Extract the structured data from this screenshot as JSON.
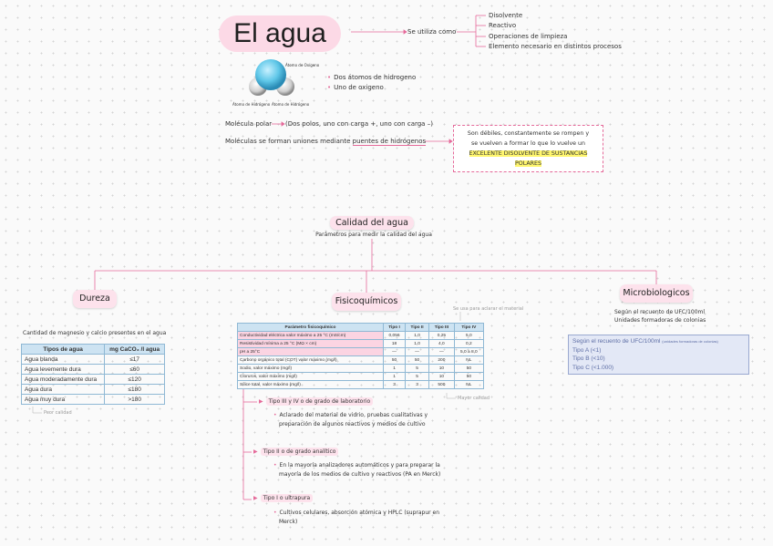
{
  "title": "El agua",
  "uses": {
    "label": "Se utiliza como",
    "items": [
      "Disolvente",
      "Reactivo",
      "Operaciones de limpieza",
      "Elemento necesario en distintos procesos"
    ]
  },
  "molecule": {
    "label_oxygen": "Átomo de Oxígeno",
    "label_h1": "Átomo de Hidrógeno",
    "label_h2": "Átomo de Hidrógeno",
    "facts": [
      "Dos átomos de hidrogeno",
      "Uno de oxigeno"
    ]
  },
  "polar": {
    "line1_a": "Molécula polar",
    "line1_b": "(Dos polos, uno con carga +, uno con carga –)",
    "line2_a": "Moléculas se forman uniones mediante",
    "line2_b": "puentes de hidrógenos",
    "note_1": "Son débiles, constantemente se rompen y",
    "note_2": "se vuelven a formar lo que lo vuelve un",
    "note_3": "EXCELENTE DISOLVENTE DE SUSTANCIAS",
    "note_4": "POLARES"
  },
  "calidad": {
    "title": "Calidad del agua",
    "subtitle": "Parámetros para medir la calidad del agua"
  },
  "dureza": {
    "title": "Dureza",
    "desc": "Cantidad de magnesio y calcio presentes en el agua",
    "col1": "Tipos de agua",
    "col2": "mg CaCO₃ /l agua",
    "rows": [
      {
        "tipo": "Agua blanda",
        "valor": "≤17"
      },
      {
        "tipo": "Agua levemente dura",
        "valor": "≤60"
      },
      {
        "tipo": "Agua moderadamente dura",
        "valor": "≤120"
      },
      {
        "tipo": "Agua dura",
        "valor": "≤180"
      },
      {
        "tipo": "Agua muy dura",
        "valor": ">180"
      }
    ],
    "footnote": "Peor calidad"
  },
  "fisico": {
    "title": "Fisicoquímicos",
    "note_top": "Se usa para aclarar el material",
    "note_bottom": "Mayor calidad",
    "headers": [
      "Parámetro fisicoquímico",
      "Tipo I",
      "Tipo II",
      "Tipo III",
      "Tipo IV"
    ],
    "rows": [
      [
        "Conductividad eléctrica valor máximo a 25 °C (mS/cm)",
        "0,056",
        "1,0",
        "0,25",
        "5,0"
      ],
      [
        "Resistividad mínima a 25 °C (MΩ × cm)",
        "18",
        "1,0",
        "4,0",
        "0,2"
      ],
      [
        "pH a 25°C",
        "—",
        "—",
        "—",
        "5,0 a 8,0"
      ],
      [
        "Carbono orgánico total (COT) valor máximo (mg/l)",
        "50",
        "50",
        "200",
        "NL"
      ],
      [
        "Sodio, valor máximo (mg/l)",
        "1",
        "5",
        "10",
        "50"
      ],
      [
        "Cloruros, valor máximo (mg/l)",
        "1",
        "5",
        "10",
        "50"
      ],
      [
        "Sílice total, valor máximo (mg/l)",
        "3",
        "3",
        "500",
        "NL"
      ]
    ],
    "types": [
      {
        "title": "Tipo III y IV o de grado de laboratorio",
        "desc_1": "Aclarado del material de vidrio, pruebas cualitativas y",
        "desc_2": "preparación de algunos reactivos y medios de cultivo"
      },
      {
        "title": "Tipo II o de grado analítico",
        "desc_1": "En la mayoría analizadores automáticos y para preparar la",
        "desc_2": "mayoría de los medios de cultivo y reactivos (PA en Merck)"
      },
      {
        "title": "Tipo I o ultrapura",
        "desc_1": "Cultivos celulares, absorción atómica y HPLC (suprapur en",
        "desc_2": "Merck)"
      }
    ]
  },
  "micro": {
    "title": "Microbiologicos",
    "desc_1": "Según el recuento de UFC/100ml",
    "desc_2": "Unidades formadoras de colonias",
    "box_title": "Según el recuento de UFC/100ml",
    "box_note": "(unidades formadoras de colonias)",
    "items": [
      "Tipo A (<1)",
      "Tipo B (<10)",
      "Tipo C (<1.000)"
    ]
  },
  "colors": {
    "pink": "#e56a9a",
    "pill": "#fde2ec",
    "highlight": "#fff66e",
    "table_head": "#cde3f2"
  }
}
